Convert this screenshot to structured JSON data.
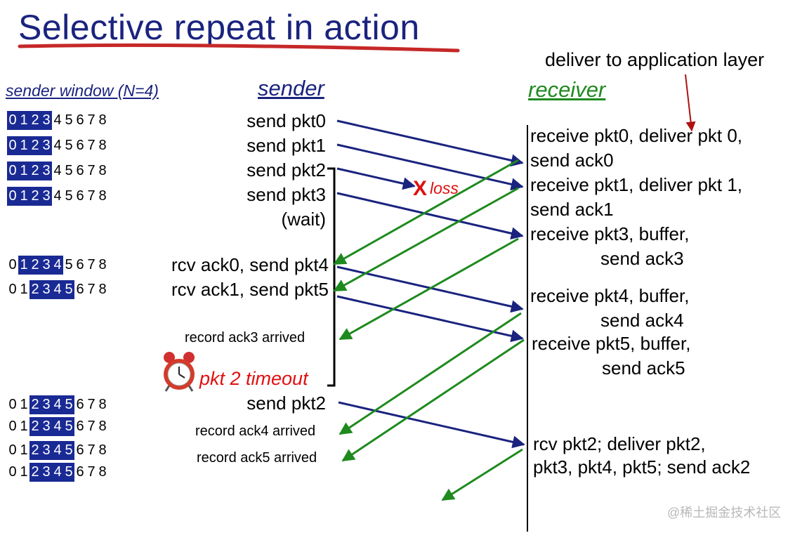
{
  "title": "Selective repeat in action",
  "window_title": "sender window (N=4)",
  "sender_heading": "sender",
  "receiver_heading": "receiver",
  "app_label": "deliver to application layer",
  "window_rows": [
    {
      "seq": [
        "0",
        "1",
        "2",
        "3",
        "4",
        "5",
        "6",
        "7",
        "8"
      ],
      "highlight_start": 0,
      "highlight_len": 4
    },
    {
      "seq": [
        "0",
        "1",
        "2",
        "3",
        "4",
        "5",
        "6",
        "7",
        "8"
      ],
      "highlight_start": 0,
      "highlight_len": 4
    },
    {
      "seq": [
        "0",
        "1",
        "2",
        "3",
        "4",
        "5",
        "6",
        "7",
        "8"
      ],
      "highlight_start": 0,
      "highlight_len": 4
    },
    {
      "seq": [
        "0",
        "1",
        "2",
        "3",
        "4",
        "5",
        "6",
        "7",
        "8"
      ],
      "highlight_start": 0,
      "highlight_len": 4
    },
    {
      "seq": [
        "0",
        "1",
        "2",
        "3",
        "4",
        "5",
        "6",
        "7",
        "8"
      ],
      "highlight_start": 1,
      "highlight_len": 4
    },
    {
      "seq": [
        "0",
        "1",
        "2",
        "3",
        "4",
        "5",
        "6",
        "7",
        "8"
      ],
      "highlight_start": 2,
      "highlight_len": 4
    },
    {
      "seq": [
        "0",
        "1",
        "2",
        "3",
        "4",
        "5",
        "6",
        "7",
        "8"
      ],
      "highlight_start": 2,
      "highlight_len": 4
    },
    {
      "seq": [
        "0",
        "1",
        "2",
        "3",
        "4",
        "5",
        "6",
        "7",
        "8"
      ],
      "highlight_start": 2,
      "highlight_len": 4
    },
    {
      "seq": [
        "0",
        "1",
        "2",
        "3",
        "4",
        "5",
        "6",
        "7",
        "8"
      ],
      "highlight_start": 2,
      "highlight_len": 4
    },
    {
      "seq": [
        "0",
        "1",
        "2",
        "3",
        "4",
        "5",
        "6",
        "7",
        "8"
      ],
      "highlight_start": 2,
      "highlight_len": 4
    }
  ],
  "sender_events": {
    "send_pkt0": "send  pkt0",
    "send_pkt1": "send  pkt1",
    "send_pkt2": "send  pkt2",
    "send_pkt3": "send  pkt3",
    "wait": "(wait)",
    "rcv_ack0": "rcv ack0, send pkt4",
    "rcv_ack1": "rcv ack1, send pkt5",
    "record_ack3": "record ack3 arrived",
    "timeout": "pkt 2 timeout",
    "resend_pkt2": "send  pkt2",
    "record_ack4": "record ack4 arrived",
    "record_ack5": "record ack5 arrived"
  },
  "loss_mark": "X",
  "loss_label": "loss",
  "receiver_events": {
    "r1a": "receive pkt0, deliver pkt 0,",
    "r1b": "send ack0",
    "r2a": "receive pkt1, deliver pkt 1,",
    "r2b": "send ack1",
    "r3a": "receive pkt3, buffer,",
    "r3b": "send ack3",
    "r4a": "receive pkt4, buffer,",
    "r4b": "send ack4",
    "r5a": "receive pkt5, buffer,",
    "r5b": "send ack5",
    "r6a": "rcv pkt2; deliver pkt2,",
    "r6b": "pkt3, pkt4, pkt5; send ack2"
  },
  "watermark": "@稀土掘金技术社区",
  "colors": {
    "title": "#1a237e",
    "packet_arrow": "#1a237e",
    "ack_arrow": "#1e8a1e",
    "loss": "#e01010",
    "window_highlight": "#1a2a94"
  }
}
